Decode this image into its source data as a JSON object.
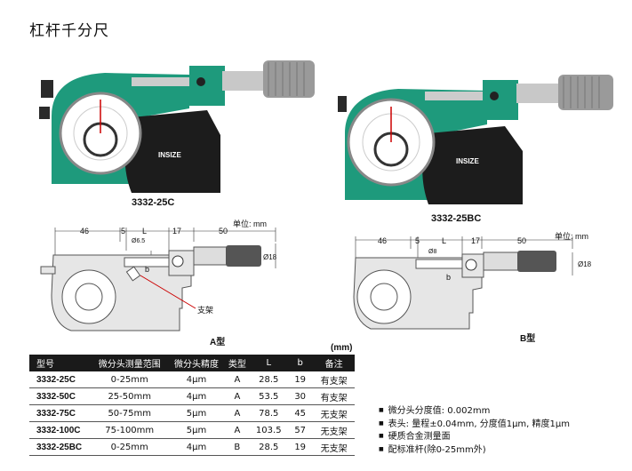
{
  "page": {
    "title": "杠杆千分尺"
  },
  "products": [
    {
      "caption": "3332-25C"
    },
    {
      "caption": "3332-25BC"
    }
  ],
  "dial_brand": "INSIZE",
  "drawings": [
    {
      "unit": "单位: mm",
      "dims": [
        "46",
        "5",
        "L",
        "17",
        "50"
      ],
      "dims_vertical": [
        "Ø6.5",
        "b",
        "Ø18"
      ],
      "support_label": "支架",
      "type_label": "A型"
    },
    {
      "unit": "单位: mm",
      "dims": [
        "46",
        "5",
        "L",
        "17",
        "50"
      ],
      "dims_vertical": [
        "Ø8",
        "b",
        "Ø18"
      ],
      "type_label": "B型"
    }
  ],
  "table": {
    "unit": "(mm)",
    "headers": [
      "型号",
      "微分头测量范围",
      "微分头精度",
      "类型",
      "L",
      "b",
      "备注"
    ],
    "rows": [
      [
        "3332-25C",
        "0-25mm",
        "4μm",
        "A",
        "28.5",
        "19",
        "有支架"
      ],
      [
        "3332-50C",
        "25-50mm",
        "4μm",
        "A",
        "53.5",
        "30",
        "有支架"
      ],
      [
        "3332-75C",
        "50-75mm",
        "5μm",
        "A",
        "78.5",
        "45",
        "无支架"
      ],
      [
        "3332-100C",
        "75-100mm",
        "5μm",
        "A",
        "103.5",
        "57",
        "无支架"
      ],
      [
        "3332-25BC",
        "0-25mm",
        "4μm",
        "B",
        "28.5",
        "19",
        "无支架"
      ]
    ]
  },
  "notes": [
    "微分头分度值: 0.002mm",
    "表头: 量程±0.04mm, 分度值1μm, 精度1μm",
    "硬质合金测量面",
    "配标准杆(除0-25mm外)"
  ],
  "colors": {
    "frame_green": "#1e9a7c",
    "body_black": "#1c1c1c",
    "table_header": "#1a1a1a"
  }
}
